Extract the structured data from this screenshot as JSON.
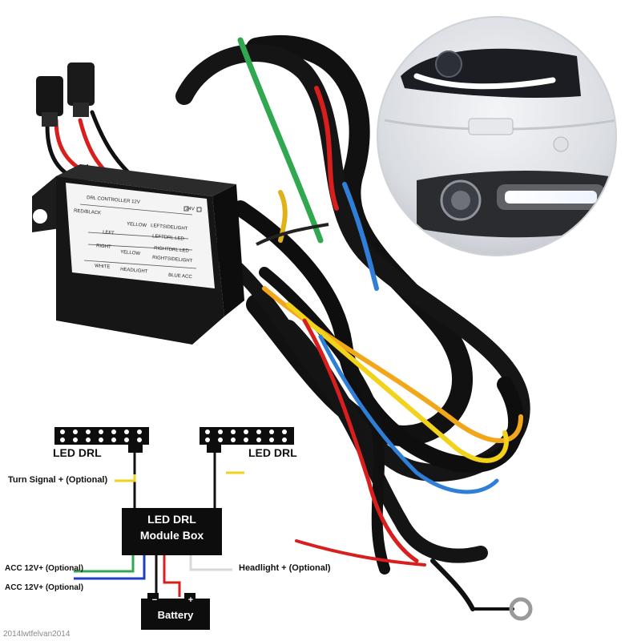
{
  "product": {
    "sticker_title": "DRL CONTROLLER 12V",
    "sticker_option": "24V",
    "sticker_wires": [
      {
        "color": "RED/BLACK",
        "target": ""
      },
      {
        "color": "YELLOW",
        "target": "LEFTSIDELIGHT"
      },
      {
        "color": "LEFT",
        "target": "LEFTDRL LED"
      },
      {
        "color": "RIGHT",
        "target": "RIGHTDRL LED"
      },
      {
        "color": "YELLOW",
        "target": "RIGHTSIDELIGHT"
      },
      {
        "color": "WHITE",
        "target": "HEADLIGHT"
      },
      {
        "color": "",
        "target": "BLUE ACC"
      }
    ]
  },
  "diagram": {
    "drl_left_label": "LED DRL",
    "drl_right_label": "LED DRL",
    "turn_signal_label": "Turn Signal + (Optional)",
    "module_box_label_line1": "LED DRL",
    "module_box_label_line2": "Module Box",
    "acc_label_1": "ACC 12V+ (Optional)",
    "acc_label_2": "ACC 12V+ (Optional)",
    "headlight_label": "Headlight + (Optional)",
    "battery_label": "Battery",
    "battery_minus": "−",
    "battery_plus": "+",
    "wire_colors": {
      "black": "#111111",
      "yellow": "#f2d21b",
      "green": "#2fa84f",
      "blue": "#1f3fbf",
      "red": "#d91e1e",
      "white": "#d8d8d8",
      "grey": "#9a9a9a"
    }
  },
  "watermark": "2014lwtfelvan2014"
}
